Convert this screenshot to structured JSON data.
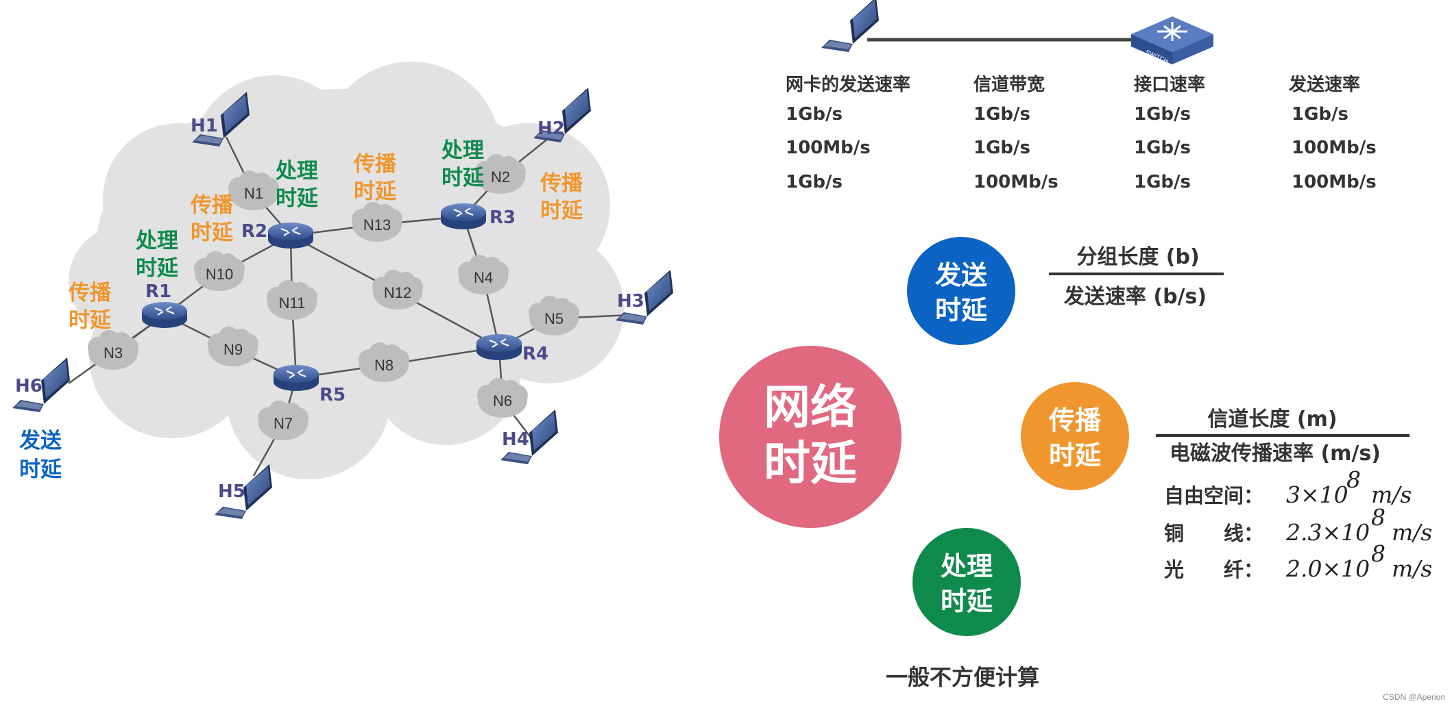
{
  "network": {
    "hosts": [
      "H1",
      "H2",
      "H3",
      "H4",
      "H5",
      "H6"
    ],
    "routers": [
      "R1",
      "R2",
      "R3",
      "R4",
      "R5"
    ],
    "networks": [
      "N1",
      "N2",
      "N3",
      "N4",
      "N5",
      "N6",
      "N7",
      "N8",
      "N9",
      "N10",
      "N11",
      "N12",
      "N13"
    ],
    "delay_labels": {
      "processing_line1": "处理",
      "processing_line2": "时延",
      "propagation_line1": "传播",
      "propagation_line2": "时延",
      "transmission_line1": "发送",
      "transmission_line2": "时延"
    }
  },
  "colors": {
    "processing": "#0e8a4c",
    "propagation": "#f0962e",
    "transmission": "#0b63c4",
    "network": "#e0697f",
    "cloud": "#dcdcdc",
    "node_cloud": "#bdbdbd",
    "router": "#4a6aa8"
  },
  "rate_table": {
    "headers": [
      "网卡的发送速率",
      "信道带宽",
      "接口速率",
      "发送速率"
    ],
    "rows": [
      [
        "1Gb/s",
        "1Gb/s",
        "1Gb/s",
        "1Gb/s"
      ],
      [
        "100Mb/s",
        "1Gb/s",
        "1Gb/s",
        "100Mb/s"
      ],
      [
        "1Gb/s",
        "100Mb/s",
        "1Gb/s",
        "100Mb/s"
      ]
    ],
    "switch_label": "SWITCH"
  },
  "summary": {
    "network_delay_line1": "网络",
    "network_delay_line2": "时延",
    "transmission_line1": "发送",
    "transmission_line2": "时延",
    "propagation_line1": "传播",
    "propagation_line2": "时延",
    "processing_line1": "处理",
    "processing_line2": "时延",
    "transmission_numerator": "分组长度 (b)",
    "transmission_denominator": "发送速率 (b/s)",
    "propagation_numerator": "信道长度 (m)",
    "propagation_denominator": "电磁波传播速率 (m/s)",
    "media": [
      {
        "label": "自由空间：",
        "coef": "3×10",
        "exp": "8",
        "unit": "m/s"
      },
      {
        "label": "铜　　线：",
        "coef": "2.3×10",
        "exp": "8",
        "unit": "m/s"
      },
      {
        "label": "光　　纤：",
        "coef": "2.0×10",
        "exp": "8",
        "unit": "m/s"
      }
    ],
    "processing_note": "一般不方便计算"
  },
  "watermark": "CSDN @Aperion"
}
